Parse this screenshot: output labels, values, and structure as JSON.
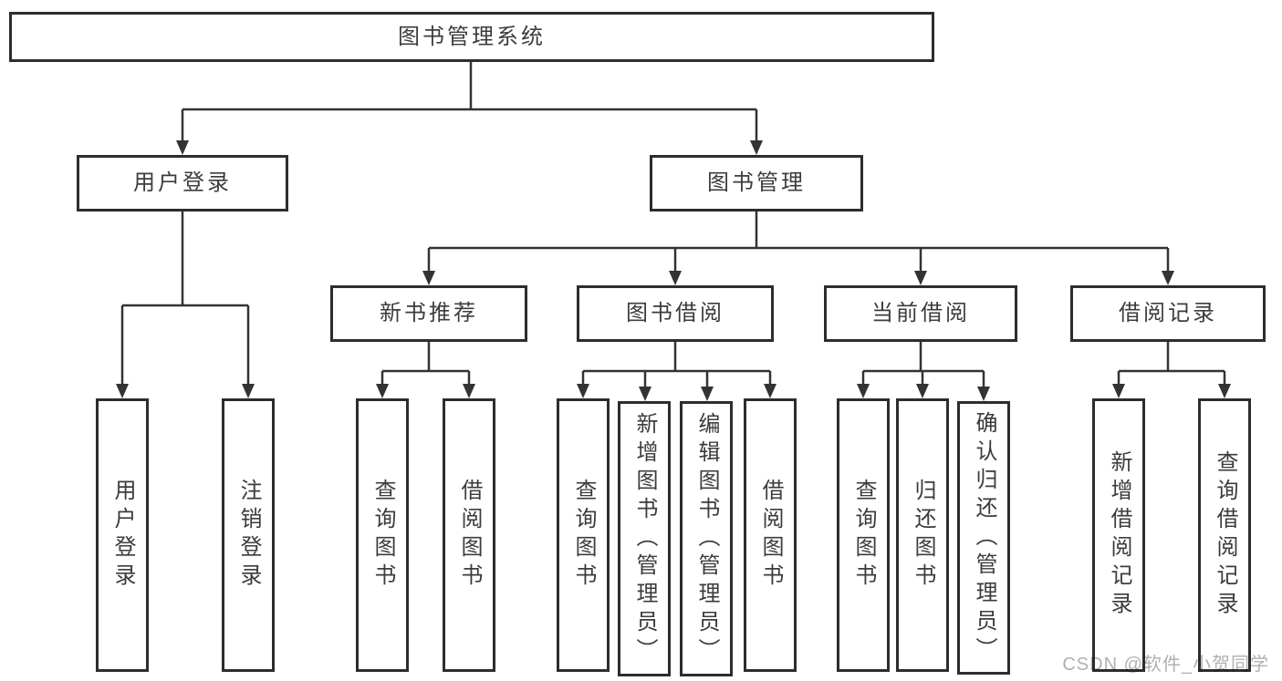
{
  "diagram": {
    "title": "图书管理系统",
    "type": "functional-structure-tree",
    "colors": {
      "background": "#ffffff",
      "box_border": "#2d2d2d",
      "connector_line": "#333333",
      "text": "#3c3c3c",
      "watermark": "#b0b0b0"
    },
    "structure": {
      "图书管理系统": [
        "用户登录",
        "图书管理"
      ],
      "用户登录": [
        "用户登录",
        "注销登录"
      ],
      "图书管理": [
        "新书推荐",
        "图书借阅",
        "当前借阅",
        "借阅记录"
      ],
      "新书推荐": [
        "查询图书",
        "借阅图书"
      ],
      "图书借阅": [
        "查询图书",
        "新增图书（管理员）",
        "编辑图书（管理员）",
        "借阅图书"
      ],
      "当前借阅": [
        "查询图书",
        "归还图书",
        "确认归还（管理员）"
      ],
      "借阅记录": [
        "新增借阅记录",
        "查询借阅记录"
      ]
    }
  },
  "tree": {
    "root": {
      "label": "图书管理系统"
    },
    "level2": [
      {
        "label": "用户登录"
      },
      {
        "label": "图书管理"
      }
    ],
    "level3": [
      {
        "label": "新书推荐"
      },
      {
        "label": "图书借阅"
      },
      {
        "label": "当前借阅"
      },
      {
        "label": "借阅记录"
      }
    ],
    "leaves": [
      {
        "label": "用户登录"
      },
      {
        "label": "注销登录"
      },
      {
        "label": "查询图书"
      },
      {
        "label": "借阅图书"
      },
      {
        "label": "查询图书"
      },
      {
        "label": "新增图书（管理员）"
      },
      {
        "label": "编辑图书（管理员）"
      },
      {
        "label": "借阅图书"
      },
      {
        "label": "查询图书"
      },
      {
        "label": "归还图书"
      },
      {
        "label": "确认归还（管理员）"
      },
      {
        "label": "新增借阅记录"
      },
      {
        "label": "查询借阅记录"
      }
    ]
  },
  "watermark": {
    "text": "CSDN @软件_小贺同学"
  }
}
